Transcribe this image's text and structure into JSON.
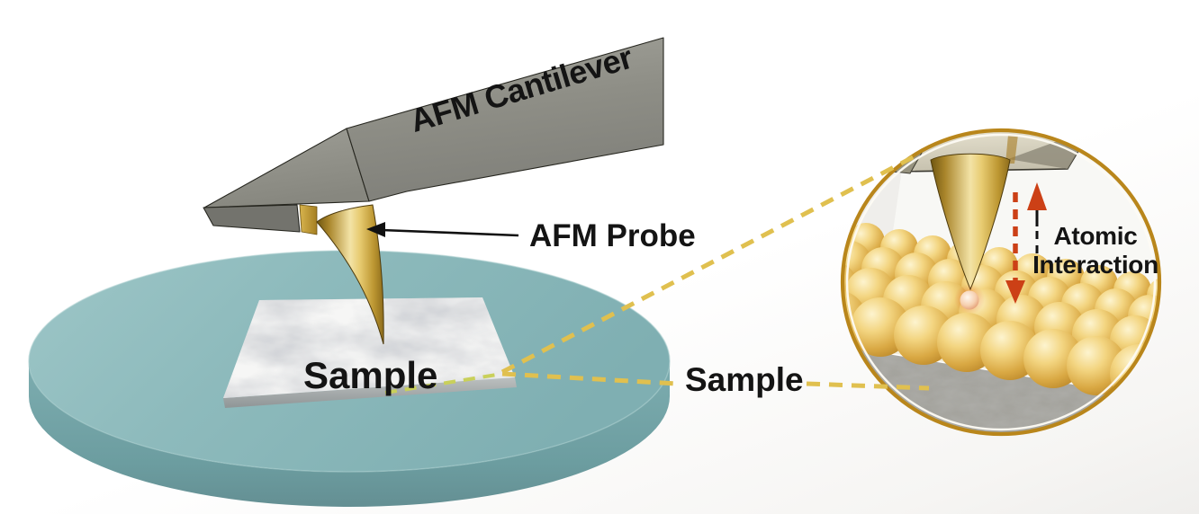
{
  "diagram": {
    "main": {
      "cantilever_label": "AFM Cantilever",
      "probe_label": "AFM Probe",
      "sample_label": "Sample"
    },
    "inset": {
      "sample_label": "Sample",
      "interaction_line1": "Atomic",
      "interaction_line2": "Interaction"
    },
    "colors": {
      "stage_teal_top": "#8fbdbe",
      "stage_teal_side": "#74a6a9",
      "cantilever_gray": "#8e8e86",
      "probe_gold_highlight": "#f3e3a6",
      "probe_gold_shadow": "#6f5610",
      "connector_dash_gold": "#e0c04f",
      "marble_trace_green": "#c9d05a",
      "inset_ring_gold": "#b9861b",
      "atom_gold": "#e2b85a",
      "interaction_arrow_red": "#cc4016",
      "label_black": "#141414",
      "background_white": "#ffffff"
    }
  }
}
